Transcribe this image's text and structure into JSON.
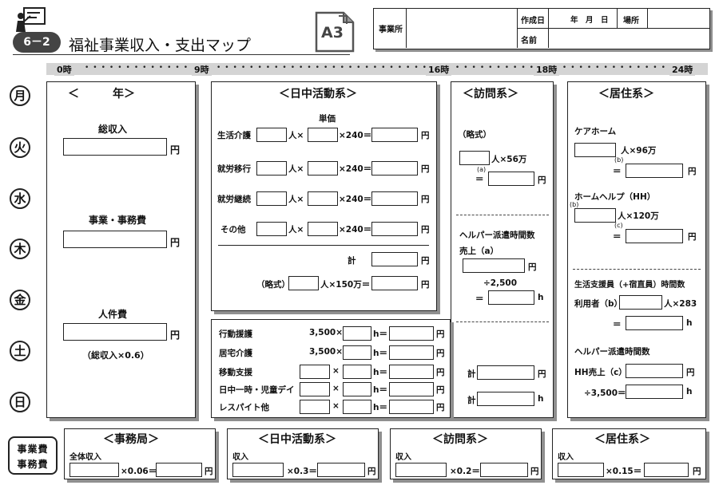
{
  "header": {
    "badge": "6－2",
    "title": "福祉事業収入・支出マップ",
    "size_label": "A3",
    "info": {
      "office_label": "事業所",
      "date_label": "作成日",
      "date_units": "年　月　日",
      "place_label": "場所",
      "name_label": "名前"
    }
  },
  "timeline": {
    "labels": [
      "0時",
      "9時",
      "16時",
      "18時",
      "24時"
    ]
  },
  "days": [
    "月",
    "火",
    "水",
    "木",
    "金",
    "土",
    "日"
  ],
  "summary": {
    "heading": "＜　　　年＞",
    "total_income": "総収入",
    "expense": "事業・事務費",
    "personnel": "人件費",
    "personnel_note": "（総収入×0.6）",
    "yen": "円"
  },
  "daytime": {
    "heading": "＜日中活動系＞",
    "unit_price": "単価",
    "rows": [
      "生活介護",
      "就労移行",
      "就労継続",
      "その他"
    ],
    "person": "人×",
    "multiplier": "×240＝",
    "yen": "円",
    "total": "計",
    "abbrev": "（略式）",
    "abbrev_formula": "人×150万＝"
  },
  "services": {
    "rows": [
      {
        "label": "行動援護",
        "rate": "3,500×",
        "unit": "h＝"
      },
      {
        "label": "居宅介護",
        "rate": "3,500×",
        "unit": "h＝"
      },
      {
        "label": "移動支援",
        "rate": "×",
        "unit": "h＝"
      },
      {
        "label": "日中一時・児童デイ",
        "rate": "×",
        "unit": "h＝"
      },
      {
        "label": "レスパイト他",
        "rate": "×",
        "unit": "h＝"
      }
    ],
    "yen": "円"
  },
  "visiting": {
    "heading": "＜訪問系＞",
    "abbrev": "（略式）",
    "formula": "人×56万",
    "mark_a": "(a)",
    "eq": "＝",
    "yen": "円",
    "helper_hours": "ヘルパー派遣時間数",
    "sales": "売上（a）",
    "divide": "÷2,500",
    "h": "h",
    "total": "計"
  },
  "residential": {
    "heading": "＜居住系＞",
    "care_home": "ケアホーム",
    "care_formula": "人×96万",
    "mark_b": "(b)",
    "home_help": "ホームヘルプ（HH）",
    "hh_formula": "人×120万",
    "mark_c": "(c)",
    "eq": "＝",
    "yen": "円",
    "support_hours": "生活支援員（+宿直員）時間数",
    "users": "利用者（b）",
    "users_formula": "人×283",
    "h": "h",
    "helper_hours": "ヘルパー派遣時間数",
    "hh_sales": "HH売上（c）",
    "divide": "÷3,500＝"
  },
  "bottom": {
    "side_label_1": "事業費",
    "side_label_2": "事務費",
    "panels": [
      {
        "heading": "＜事務局＞",
        "label": "全体収入",
        "formula": "×0.06＝",
        "yen": "円"
      },
      {
        "heading": "＜日中活動系＞",
        "label": "収入",
        "formula": "×0.3＝",
        "yen": "円"
      },
      {
        "heading": "＜訪問系＞",
        "label": "収入",
        "formula": "×0.2＝",
        "yen": "円"
      },
      {
        "heading": "＜居住系＞",
        "label": "収入",
        "formula": "×0.15＝",
        "yen": "円"
      }
    ]
  }
}
